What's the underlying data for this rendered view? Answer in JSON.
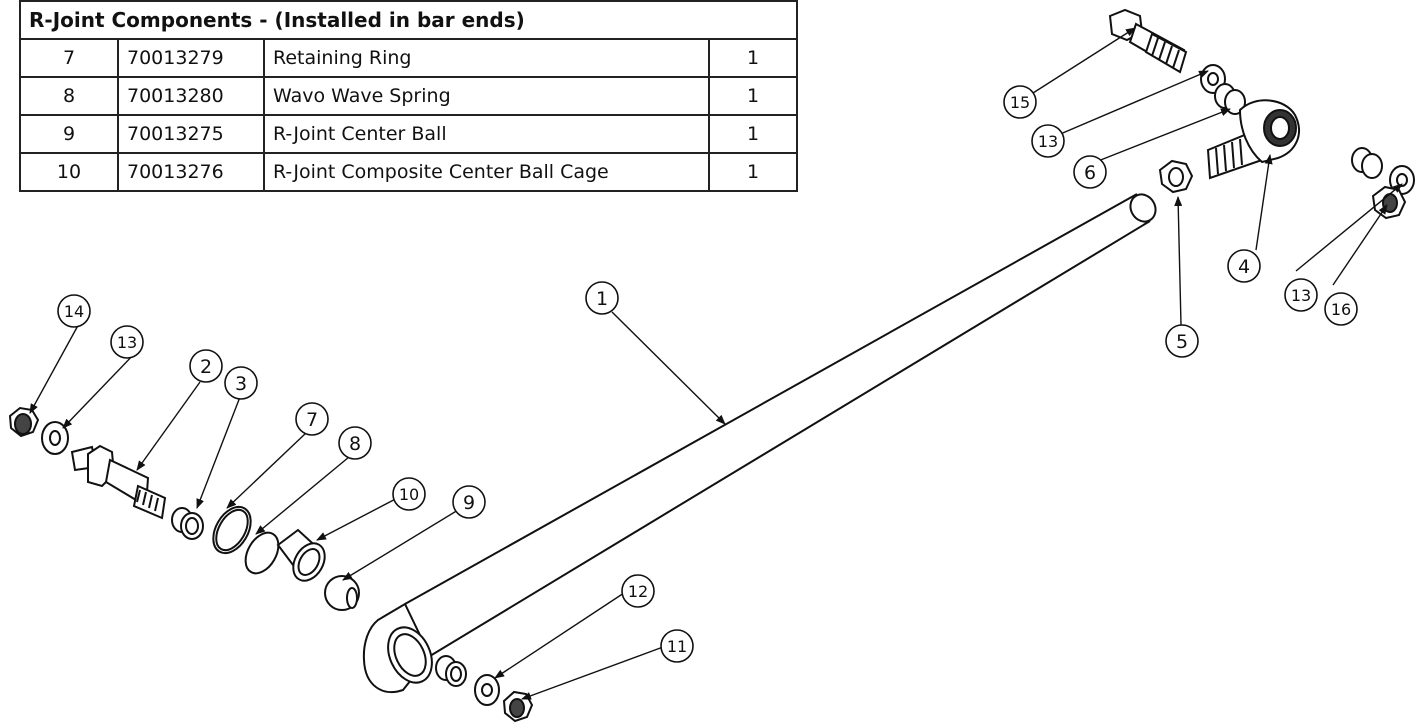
{
  "table": {
    "section_title": "R-Joint Components - (Installed in bar ends)",
    "rows": [
      [
        "7",
        "70013279",
        "Retaining Ring",
        "1"
      ],
      [
        "8",
        "70013280",
        "Wavo Wave Spring",
        "1"
      ],
      [
        "9",
        "70013275",
        "R-Joint Center Ball",
        "1"
      ],
      [
        "10",
        "70013276",
        "R-Joint Composite Center Ball Cage",
        "1"
      ]
    ]
  },
  "callouts": [
    "1",
    "2",
    "3",
    "4",
    "5",
    "6",
    "7",
    "8",
    "9",
    "10",
    "11",
    "12",
    "13",
    "13",
    "13",
    "14",
    "15",
    "16"
  ]
}
